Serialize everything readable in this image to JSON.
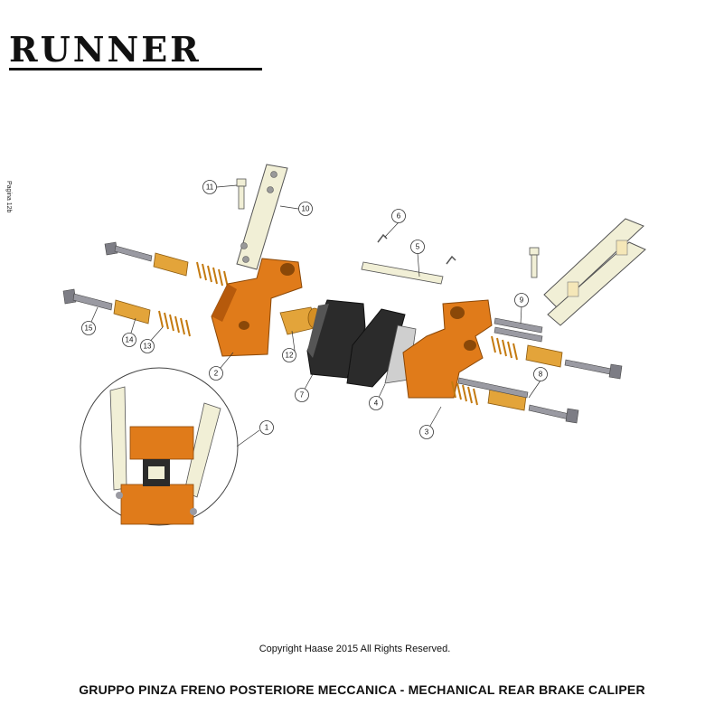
{
  "brand": "RUNNER",
  "page_label": "Pagina 12b",
  "copyright": "Copyright Haase 2015  All Rights Reserved.",
  "caption": "GRUPPO PINZA FRENO POSTERIORE MECCANICA  -  MECHANICAL REAR BRAKE CALIPER",
  "colors": {
    "orange": "#e07b1a",
    "orange_dark": "#b65a0c",
    "pad_dark": "#2b2b2b",
    "bolt": "#8d8d95",
    "bushing": "#e3a43a",
    "cream": "#f1efd6"
  },
  "callouts": [
    "1",
    "2",
    "3",
    "4",
    "5",
    "6",
    "7",
    "8",
    "9",
    "10",
    "11",
    "12",
    "13",
    "14",
    "15"
  ]
}
